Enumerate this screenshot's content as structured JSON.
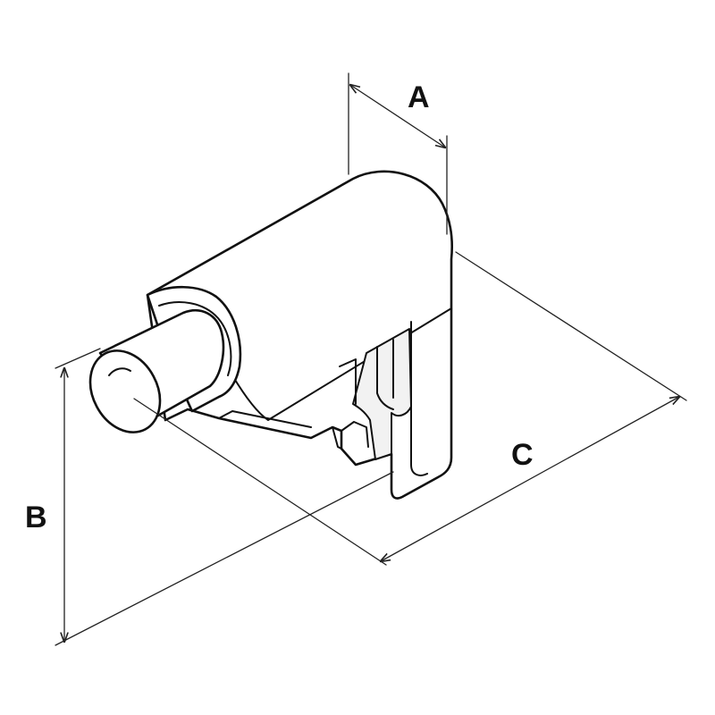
{
  "figure": {
    "dimension_labels": {
      "a": "A",
      "b": "B",
      "c": "C"
    },
    "colors": {
      "line": "#111111",
      "background": "#ffffff"
    }
  }
}
